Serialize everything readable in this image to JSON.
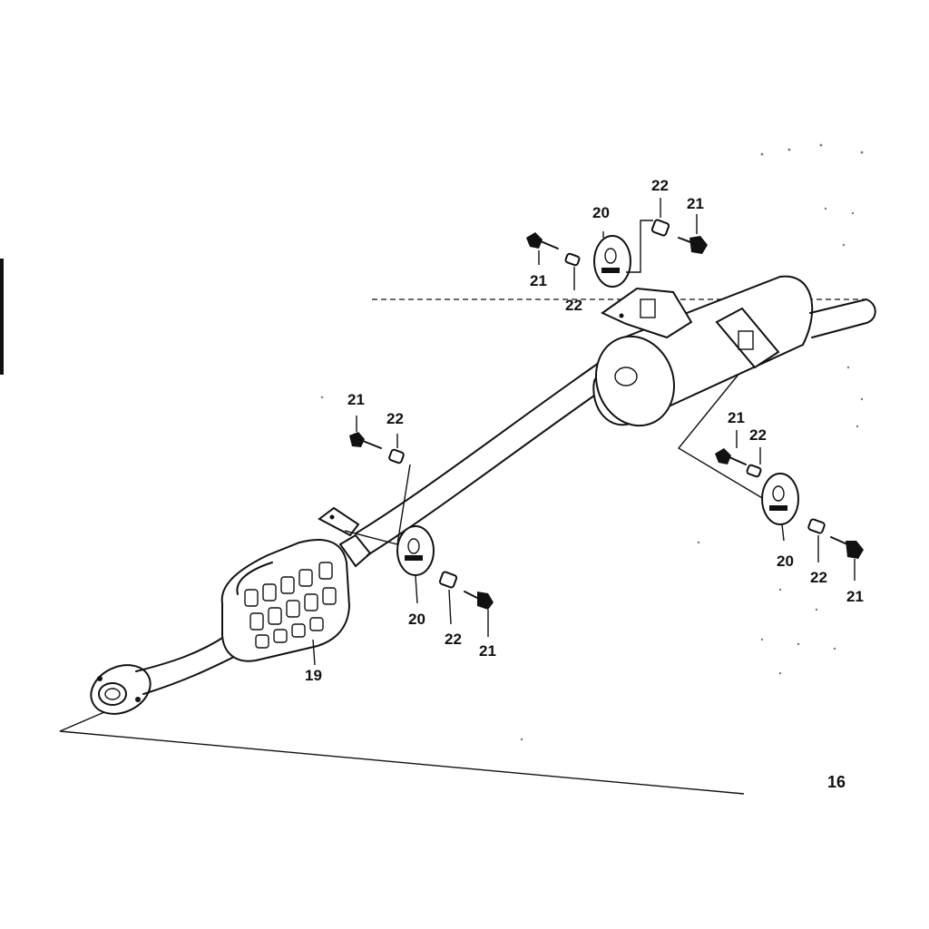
{
  "diagram": {
    "page_number": "16",
    "colors": {
      "ink": "#111111",
      "paper": "#ffffff"
    },
    "callouts": {
      "catalytic_converter": "19",
      "front_mount_rubber": "20",
      "front_mount_bolt_left": "21",
      "front_mount_collar_top": "22",
      "front_mount_collar_bottom": "22",
      "front_mount_bolt_right": "21",
      "top_mount_rubber": "20",
      "top_mount_collar_left": "22",
      "top_mount_bolt_left": "21",
      "top_mount_collar_right": "22",
      "top_mount_bolt_right": "21",
      "rear_mount_bolt_left": "21",
      "rear_mount_collar_top": "22",
      "rear_mount_rubber": "20",
      "rear_mount_collar_bottom": "22",
      "rear_mount_bolt_right": "21"
    }
  }
}
